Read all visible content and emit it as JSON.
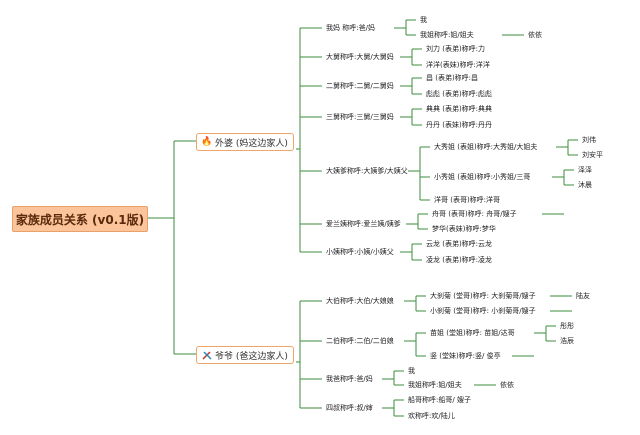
{
  "root": {
    "label": "家族成员关系 (v0.1版)"
  },
  "branches": [
    {
      "label": "外婆 (妈这边家人)",
      "icon": "flame-icon",
      "children": [
        {
          "label": "我妈 称呼:爸/妈",
          "children": [
            {
              "label": "我"
            },
            {
              "label": "我姐称呼:姐/姐夫",
              "children": [
                {
                  "label": "依依"
                }
              ]
            }
          ]
        },
        {
          "label": "大舅称呼:大舅/大舅妈",
          "children": [
            {
              "label": "刘力 (表弟)称呼:力"
            },
            {
              "label": "洋洋(表妹)称呼:洋洋"
            }
          ]
        },
        {
          "label": "二舅称呼:二舅/二舅妈",
          "children": [
            {
              "label": "昌 (表弟)称呼:昌"
            },
            {
              "label": "彪彪 (表弟)称呼:彪彪"
            }
          ]
        },
        {
          "label": "三舅称呼:三舅/三舅妈",
          "children": [
            {
              "label": "典典 (表弟)称呼:典典"
            },
            {
              "label": "丹丹 (表妹)称呼:丹丹"
            }
          ]
        },
        {
          "label": "大姨爹称呼:大姨爹/大姨父",
          "children": [
            {
              "label": "大秀姐 (表姐)称呼:大秀姐/大姐夫",
              "children": [
                {
                  "label": "刘伟"
                },
                {
                  "label": "刘安平"
                }
              ]
            },
            {
              "label": "小秀姐 (表姐)称呼:小秀姐/三哥",
              "children": [
                {
                  "label": "泽泽"
                },
                {
                  "label": "沐晨"
                }
              ]
            },
            {
              "label": "洋哥 (表哥)称呼:洋哥"
            }
          ]
        },
        {
          "label": "爱兰姨称呼:爱兰姨/姨爹",
          "children": [
            {
              "label": "舟哥 (表哥)称呼: 舟哥/嫂子",
              "children": [
                {
                  "label": ""
                }
              ]
            },
            {
              "label": "梦华(表妹)称呼:梦华"
            }
          ]
        },
        {
          "label": "小姨称呼:小姨/小姨父",
          "children": [
            {
              "label": "云龙 (表弟)称呼:云龙"
            },
            {
              "label": "凌龙 (表弟)称呼:凌龙"
            }
          ]
        }
      ]
    },
    {
      "label": "爷爷 (爸这边家人)",
      "icon": "tools-icon",
      "children": [
        {
          "label": "大伯称呼:大伯/大娘娘",
          "children": [
            {
              "label": "大刹菊 (堂哥)称呼: 大刹菊哥/嫂子",
              "children": [
                {
                  "label": "陆友"
                }
              ]
            },
            {
              "label": "小刹菊 (堂哥)称呼: 小刹菊哥/嫂子",
              "children": [
                {
                  "label": ""
                }
              ]
            }
          ]
        },
        {
          "label": "二伯称呼:二伯/二伯娘",
          "children": [
            {
              "label": "苗姐 (堂姐)称呼: 苗姐/达哥",
              "children": [
                {
                  "label": "彤彤"
                },
                {
                  "label": "浩辰"
                }
              ]
            },
            {
              "label": "竖 (堂妹)称呼:竖/ 俊亭",
              "children": [
                {
                  "label": ""
                }
              ]
            }
          ]
        },
        {
          "label": "我爸称呼:爸/妈",
          "children": [
            {
              "label": "我"
            },
            {
              "label": "我姐称呼:姐/姐夫",
              "children": [
                {
                  "label": "依依"
                }
              ]
            }
          ]
        },
        {
          "label": "四叔称呼:叔/婶",
          "children": [
            {
              "label": "船哥称呼:船哥/ 嫂子"
            },
            {
              "label": "欢称呼:欢/陆儿"
            }
          ]
        }
      ]
    }
  ]
}
